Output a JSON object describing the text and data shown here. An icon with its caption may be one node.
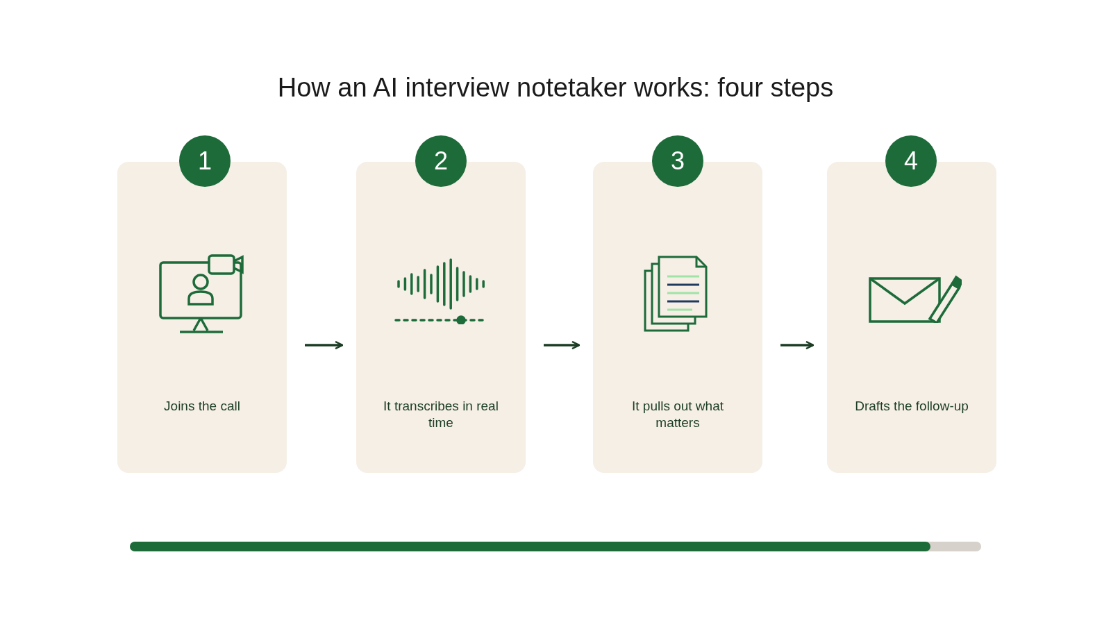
{
  "diagram": {
    "title": "How an AI interview notetaker works: four steps",
    "nodes": [
      {
        "text": [
          "Joins the call"
        ]
      },
      {
        "text": [
          "1"
        ]
      },
      {
        "text": [
          "It transcribes in real time"
        ]
      },
      {
        "text": [
          "2"
        ]
      },
      {
        "text": [
          "It pulls out what matters"
        ]
      },
      {
        "text": [
          "3"
        ]
      },
      {
        "text": [
          "Drafts the follow-up"
        ]
      },
      {
        "text": [
          "4"
        ]
      }
    ],
    "edges": [
      {
        "from": 0,
        "to": 2,
        "arrow": "to"
      },
      {
        "from": 2,
        "to": 4,
        "arrow": "to"
      },
      {
        "from": 4,
        "to": 6,
        "arrow": "to"
      }
    ]
  }
}
